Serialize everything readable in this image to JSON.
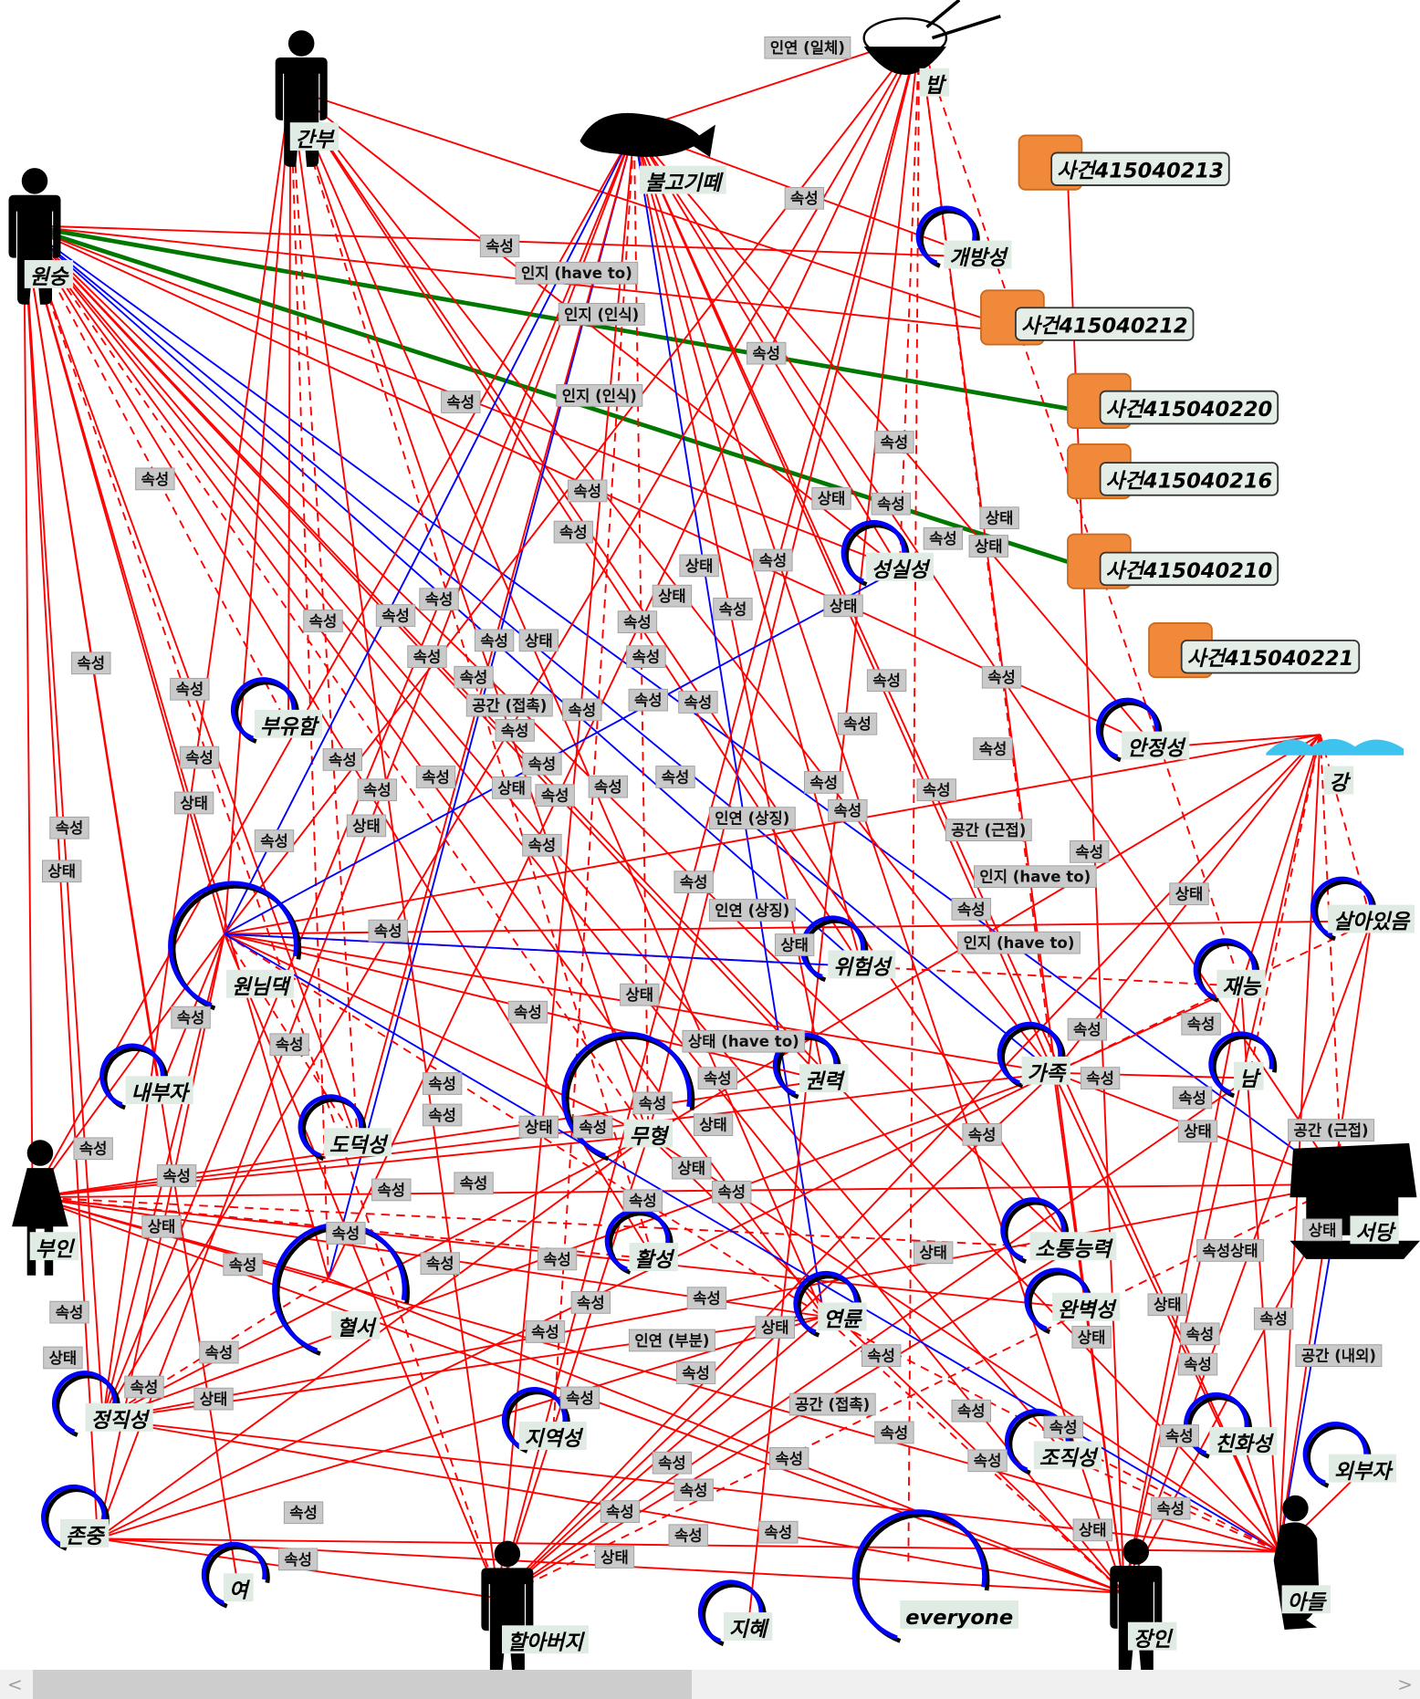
{
  "colors": {
    "attr_edge": "#ff0000",
    "link_edge": "#0000ff",
    "event_edge": "#007800",
    "circle": "#0000ff",
    "event_box": "#f08a3a"
  },
  "nodes": [
    {
      "id": "wonsung",
      "label": "원숭",
      "kind": "person"
    },
    {
      "id": "ganbu",
      "label": "간부",
      "kind": "person"
    },
    {
      "id": "fish",
      "label": "불고기떼",
      "kind": "fish"
    },
    {
      "id": "rice",
      "label": "밥",
      "kind": "rice"
    },
    {
      "id": "ev213",
      "label": "사건415040213",
      "kind": "event"
    },
    {
      "id": "ev212",
      "label": "사건415040212",
      "kind": "event"
    },
    {
      "id": "ev220",
      "label": "사건415040220",
      "kind": "event"
    },
    {
      "id": "ev216",
      "label": "사건415040216",
      "kind": "event"
    },
    {
      "id": "ev210",
      "label": "사건415040210",
      "kind": "event"
    },
    {
      "id": "ev221",
      "label": "사건415040221",
      "kind": "event"
    },
    {
      "id": "gaebang",
      "label": "개방성",
      "kind": "concept"
    },
    {
      "id": "seongsil",
      "label": "성실성",
      "kind": "concept"
    },
    {
      "id": "buyu",
      "label": "부유함",
      "kind": "concept"
    },
    {
      "id": "anjeong",
      "label": "안정성",
      "kind": "concept"
    },
    {
      "id": "river",
      "label": "강",
      "kind": "river"
    },
    {
      "id": "sara",
      "label": "살아있음",
      "kind": "concept"
    },
    {
      "id": "wonnim",
      "label": "원님댁",
      "kind": "concept"
    },
    {
      "id": "wiheom",
      "label": "위험성",
      "kind": "concept"
    },
    {
      "id": "jaeneung",
      "label": "재능",
      "kind": "concept"
    },
    {
      "id": "naebu",
      "label": "내부자",
      "kind": "concept"
    },
    {
      "id": "gajok",
      "label": "가족",
      "kind": "concept"
    },
    {
      "id": "nam",
      "label": "남",
      "kind": "concept"
    },
    {
      "id": "gwonryeok",
      "label": "권력",
      "kind": "concept"
    },
    {
      "id": "muhyeong",
      "label": "무형",
      "kind": "concept"
    },
    {
      "id": "dodeok",
      "label": "도덕성",
      "kind": "concept"
    },
    {
      "id": "buin",
      "label": "부인",
      "kind": "woman"
    },
    {
      "id": "seodang",
      "label": "서당",
      "kind": "building"
    },
    {
      "id": "hyeolseo",
      "label": "혈서",
      "kind": "concept"
    },
    {
      "id": "hwalseong",
      "label": "활성",
      "kind": "concept"
    },
    {
      "id": "sotong",
      "label": "소통능력",
      "kind": "concept"
    },
    {
      "id": "yeonryun",
      "label": "연륜",
      "kind": "concept"
    },
    {
      "id": "wanbyeok",
      "label": "완벽성",
      "kind": "concept"
    },
    {
      "id": "jeongjik",
      "label": "정직성",
      "kind": "concept"
    },
    {
      "id": "jiyeok",
      "label": "지역성",
      "kind": "concept"
    },
    {
      "id": "jojik",
      "label": "조직성",
      "kind": "concept"
    },
    {
      "id": "chinhwa",
      "label": "친화성",
      "kind": "concept"
    },
    {
      "id": "oebu",
      "label": "외부자",
      "kind": "concept"
    },
    {
      "id": "jonjung",
      "label": "존중",
      "kind": "concept"
    },
    {
      "id": "yeo",
      "label": "여",
      "kind": "concept"
    },
    {
      "id": "halabeoji",
      "label": "할아버지",
      "kind": "person"
    },
    {
      "id": "jihye",
      "label": "지혜",
      "kind": "concept"
    },
    {
      "id": "everyone",
      "label": "everyone",
      "kind": "concept"
    },
    {
      "id": "jangin",
      "label": "장인",
      "kind": "person"
    },
    {
      "id": "adeul",
      "label": "아들",
      "kind": "child"
    }
  ],
  "edges": [
    [
      "wonsung",
      "ev220",
      "g"
    ],
    [
      "wonsung",
      "ev210",
      "g"
    ],
    [
      "wonsung",
      "gaebang",
      "r"
    ],
    [
      "wonsung",
      "ev212",
      "r"
    ],
    [
      "wonsung",
      "seongsil",
      "r"
    ],
    [
      "wonsung",
      "anjeong",
      "r"
    ],
    [
      "wonsung",
      "wiheom",
      "b"
    ],
    [
      "wonsung",
      "seodang",
      "b"
    ],
    [
      "wonsung",
      "gajok",
      "b"
    ],
    [
      "wonsung",
      "yeonryun",
      "r"
    ],
    [
      "wonsung",
      "jojik",
      "r"
    ],
    [
      "wonsung",
      "adeul",
      "r"
    ],
    [
      "wonsung",
      "jangin",
      "r"
    ],
    [
      "wonsung",
      "muhyeong",
      "d"
    ],
    [
      "wonsung",
      "gwonryeok",
      "r"
    ],
    [
      "wonsung",
      "buyu",
      "d"
    ],
    [
      "wonsung",
      "dodeok",
      "r"
    ],
    [
      "wonsung",
      "wonnim",
      "r"
    ],
    [
      "wonsung",
      "naebu",
      "r"
    ],
    [
      "wonsung",
      "buin",
      "r"
    ],
    [
      "wonsung",
      "jeongjik",
      "r"
    ],
    [
      "wonsung",
      "jonjung",
      "r"
    ],
    [
      "wonsung",
      "yeo",
      "r"
    ],
    [
      "wonsung",
      "halabeoji",
      "d"
    ],
    [
      "wonsung",
      "hwalseong",
      "r"
    ],
    [
      "wonsung",
      "sotong",
      "r"
    ],
    [
      "wonsung",
      "hyeolseo",
      "r"
    ],
    [
      "ganbu",
      "buyu",
      "r"
    ],
    [
      "ganbu",
      "wonnim",
      "r"
    ],
    [
      "ganbu",
      "dodeok",
      "d"
    ],
    [
      "ganbu",
      "muhyeong",
      "r"
    ],
    [
      "ganbu",
      "hwalseong",
      "d"
    ],
    [
      "ganbu",
      "yeonryun",
      "r"
    ],
    [
      "ganbu",
      "wiheom",
      "r"
    ],
    [
      "ganbu",
      "seongsil",
      "r"
    ],
    [
      "ganbu",
      "gajok",
      "r"
    ],
    [
      "ganbu",
      "hyeolseo",
      "d"
    ],
    [
      "ganbu",
      "halabeoji",
      "r"
    ],
    [
      "ganbu",
      "jeongjik",
      "r"
    ],
    [
      "ganbu",
      "ev212",
      "r"
    ],
    [
      "ganbu",
      "sotong",
      "r"
    ],
    [
      "fish",
      "rice",
      "r"
    ],
    [
      "fish",
      "gaebang",
      "r"
    ],
    [
      "fish",
      "anjeong",
      "r"
    ],
    [
      "fish",
      "seongsil",
      "r"
    ],
    [
      "fish",
      "gajok",
      "r"
    ],
    [
      "fish",
      "seodang",
      "r"
    ],
    [
      "fish",
      "jangin",
      "r"
    ],
    [
      "fish",
      "adeul",
      "r"
    ],
    [
      "fish",
      "wonnim",
      "b"
    ],
    [
      "fish",
      "hyeolseo",
      "b"
    ],
    [
      "fish",
      "muhyeong",
      "d"
    ],
    [
      "fish",
      "gwonryeok",
      "r"
    ],
    [
      "fish",
      "jeongjik",
      "r"
    ],
    [
      "fish",
      "halabeoji",
      "r"
    ],
    [
      "fish",
      "yeonryun",
      "b"
    ],
    [
      "fish",
      "wiheom",
      "r"
    ],
    [
      "fish",
      "jiyeok",
      "d"
    ],
    [
      "fish",
      "buin",
      "r"
    ],
    [
      "fish",
      "jonjung",
      "r"
    ],
    [
      "fish",
      "dodeok",
      "r"
    ],
    [
      "rice",
      "wonnim",
      "r"
    ],
    [
      "rice",
      "muhyeong",
      "r"
    ],
    [
      "rice",
      "jaeneung",
      "d"
    ],
    [
      "rice",
      "gajok",
      "d"
    ],
    [
      "rice",
      "jihye",
      "r"
    ],
    [
      "rice",
      "everyone",
      "d"
    ],
    [
      "rice",
      "jangin",
      "r"
    ],
    [
      "rice",
      "hyeolseo",
      "r"
    ],
    [
      "rice",
      "jeongjik",
      "r"
    ],
    [
      "rice",
      "seongsil",
      "d"
    ],
    [
      "rice",
      "halabeoji",
      "r"
    ],
    [
      "ev213",
      "jangin",
      "r"
    ],
    [
      "river",
      "seodang",
      "d"
    ],
    [
      "river",
      "adeul",
      "r"
    ],
    [
      "river",
      "jangin",
      "r"
    ],
    [
      "river",
      "gajok",
      "r"
    ],
    [
      "river",
      "sara",
      "d"
    ],
    [
      "river",
      "jaeneung",
      "r"
    ],
    [
      "river",
      "wonnim",
      "r"
    ],
    [
      "river",
      "muhyeong",
      "r"
    ],
    [
      "river",
      "nam",
      "d"
    ],
    [
      "river",
      "anjeong",
      "r"
    ],
    [
      "river",
      "halabeoji",
      "r"
    ],
    [
      "wonnim",
      "sara",
      "r"
    ],
    [
      "wonnim",
      "jaeneung",
      "d"
    ],
    [
      "wonnim",
      "gajok",
      "r"
    ],
    [
      "wonnim",
      "gwonryeok",
      "r"
    ],
    [
      "wonnim",
      "muhyeong",
      "r"
    ],
    [
      "wonnim",
      "yeonryun",
      "d"
    ],
    [
      "wonnim",
      "buin",
      "r"
    ],
    [
      "wonnim",
      "jeongjik",
      "r"
    ],
    [
      "wonnim",
      "jonjung",
      "r"
    ],
    [
      "wonnim",
      "halabeoji",
      "r"
    ],
    [
      "wonnim",
      "dodeok",
      "d"
    ],
    [
      "wonnim",
      "naebu",
      "r"
    ],
    [
      "wonnim",
      "wiheom",
      "b"
    ],
    [
      "wonnim",
      "seongsil",
      "b"
    ],
    [
      "buin",
      "muhyeong",
      "r"
    ],
    [
      "buin",
      "seodang",
      "r"
    ],
    [
      "buin",
      "gajok",
      "r"
    ],
    [
      "buin",
      "yeonryun",
      "r"
    ],
    [
      "buin",
      "hyeolseo",
      "r"
    ],
    [
      "buin",
      "jangin",
      "r"
    ],
    [
      "buin",
      "adeul",
      "r"
    ],
    [
      "buin",
      "sotong",
      "d"
    ],
    [
      "buin",
      "wanbyeok",
      "r"
    ],
    [
      "buin",
      "gwonryeok",
      "r"
    ],
    [
      "buin",
      "hwalseong",
      "d"
    ],
    [
      "jeongjik",
      "muhyeong",
      "r"
    ],
    [
      "jeongjik",
      "gajok",
      "r"
    ],
    [
      "jeongjik",
      "yeonryun",
      "r"
    ],
    [
      "jeongjik",
      "jangin",
      "r"
    ],
    [
      "jeongjik",
      "adeul",
      "r"
    ],
    [
      "jeongjik",
      "hyeolseo",
      "d"
    ],
    [
      "jeongjik",
      "seodang",
      "r"
    ],
    [
      "jonjung",
      "jangin",
      "r"
    ],
    [
      "jonjung",
      "adeul",
      "r"
    ],
    [
      "jonjung",
      "halabeoji",
      "r"
    ],
    [
      "jonjung",
      "yeonryun",
      "r"
    ],
    [
      "jonjung",
      "muhyeong",
      "r"
    ],
    [
      "jonjung",
      "gajok",
      "r"
    ],
    [
      "halabeoji",
      "gajok",
      "r"
    ],
    [
      "halabeoji",
      "muhyeong",
      "r"
    ],
    [
      "halabeoji",
      "yeonryun",
      "r"
    ],
    [
      "halabeoji",
      "seodang",
      "d"
    ],
    [
      "halabeoji",
      "sotong",
      "r"
    ],
    [
      "halabeoji",
      "nam",
      "r"
    ],
    [
      "jangin",
      "gajok",
      "r"
    ],
    [
      "jangin",
      "muhyeong",
      "r"
    ],
    [
      "jangin",
      "sara",
      "r"
    ],
    [
      "jangin",
      "seodang",
      "r"
    ],
    [
      "jangin",
      "jaeneung",
      "r"
    ],
    [
      "jangin",
      "yeonryun",
      "d"
    ],
    [
      "jangin",
      "wanbyeok",
      "r"
    ],
    [
      "jangin",
      "hyeolseo",
      "r"
    ],
    [
      "adeul",
      "gajok",
      "r"
    ],
    [
      "adeul",
      "seodang",
      "b"
    ],
    [
      "adeul",
      "wonnim",
      "b"
    ],
    [
      "adeul",
      "muhyeong",
      "r"
    ],
    [
      "adeul",
      "yeonryun",
      "d"
    ],
    [
      "adeul",
      "sara",
      "r"
    ],
    [
      "adeul",
      "jaeneung",
      "r"
    ],
    [
      "adeul",
      "chinhwa",
      "r"
    ],
    [
      "adeul",
      "oebu",
      "r"
    ],
    [
      "adeul",
      "jojik",
      "d"
    ],
    [
      "gajok",
      "seodang",
      "r"
    ],
    [
      "gajok",
      "nam",
      "r"
    ],
    [
      "gajok",
      "sara",
      "d"
    ],
    [
      "gajok",
      "jaeneung",
      "r"
    ]
  ],
  "edge_labels": [
    "인연 (일체)",
    "속성",
    "속성",
    "인지 (have to)",
    "인지 (인식)",
    "속성",
    "인지 (인식)",
    "속성",
    "속성",
    "속성",
    "속성",
    "상태",
    "속성",
    "상태",
    "속성",
    "상태",
    "속성",
    "상태",
    "상태",
    "속성",
    "상태",
    "속성",
    "속성",
    "속성",
    "속성",
    "속성",
    "속성",
    "상태",
    "속성",
    "속성",
    "속성",
    "속성",
    "속성",
    "공간 (접촉)",
    "속성",
    "속성",
    "속성",
    "속성",
    "속성",
    "속성",
    "속성",
    "속성",
    "속성",
    "속성",
    "속성",
    "속성",
    "속성",
    "상태",
    "속성",
    "속성",
    "속성",
    "속성",
    "속성",
    "속성",
    "상태",
    "인연 (상징)",
    "속성",
    "상태",
    "속성",
    "공간 (근접)",
    "속성",
    "속성",
    "인지 (have to)",
    "상태",
    "속성",
    "인연 (상징)",
    "상태",
    "속성",
    "상태",
    "속성",
    "인지 (have to)",
    "상태",
    "속성",
    "속성",
    "속성",
    "속성",
    "속성",
    "상태 (have to)",
    "속성",
    "속성",
    "속성",
    "속성",
    "속성",
    "상태",
    "공간 (근접)",
    "속성",
    "상태",
    "속성",
    "속성",
    "상태",
    "속성",
    "속성",
    "상태",
    "속성",
    "속성",
    "속성",
    "속성",
    "상태",
    "상태",
    "속성",
    "속성",
    "속성",
    "속성",
    "상태",
    "속성상태",
    "속성",
    "속성",
    "속성",
    "상태",
    "상태",
    "속성",
    "상태",
    "속성",
    "속성",
    "인연 (부분)",
    "속성",
    "속성",
    "속성",
    "상태",
    "공간 (내외)",
    "속성",
    "상태",
    "속성",
    "공간 (접촉)",
    "속성",
    "속성",
    "속성",
    "속성",
    "속성",
    "속성",
    "속성",
    "속성",
    "속성",
    "속성",
    "속성",
    "속성",
    "속성",
    "속성",
    "상태",
    "속성",
    "상태",
    "상태"
  ],
  "scrollbar": {
    "left_arrow": "<",
    "right_arrow": ">",
    "position": 0
  }
}
